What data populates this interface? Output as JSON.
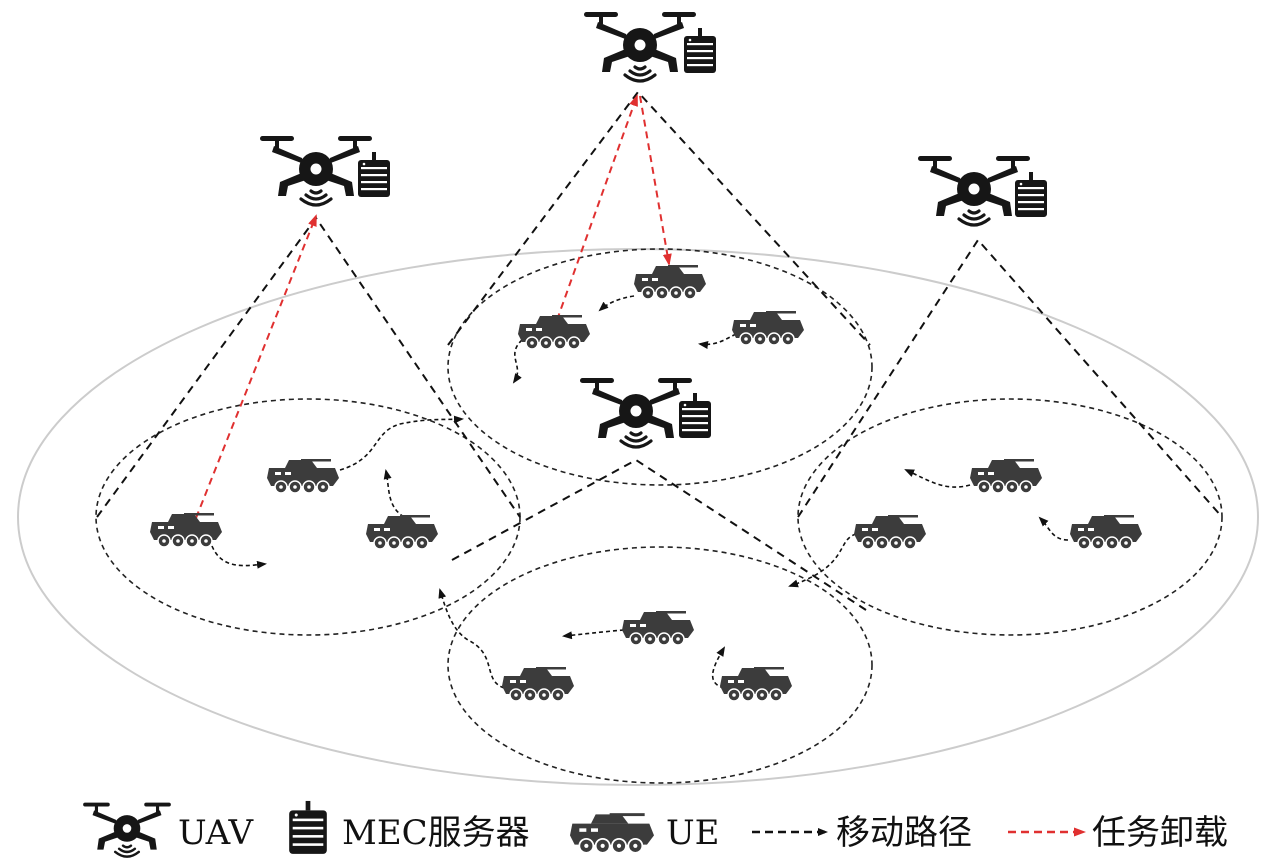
{
  "legend": {
    "uav_label": "UAV",
    "server_label": "MEC服务器",
    "ue_label": "UE",
    "move_path_label": "移动路径",
    "offload_label": "任务卸载"
  },
  "colors": {
    "icon": "#161616",
    "vehicle": "#3c3c3c",
    "path_line": "#111111",
    "offload_line": "#e03030",
    "outer_ellipse": "#cccccc",
    "cluster_ellipse": "#222222"
  },
  "icons": {
    "uav": "drone-icon",
    "server": "server-icon",
    "ue": "armored-vehicle-icon"
  }
}
